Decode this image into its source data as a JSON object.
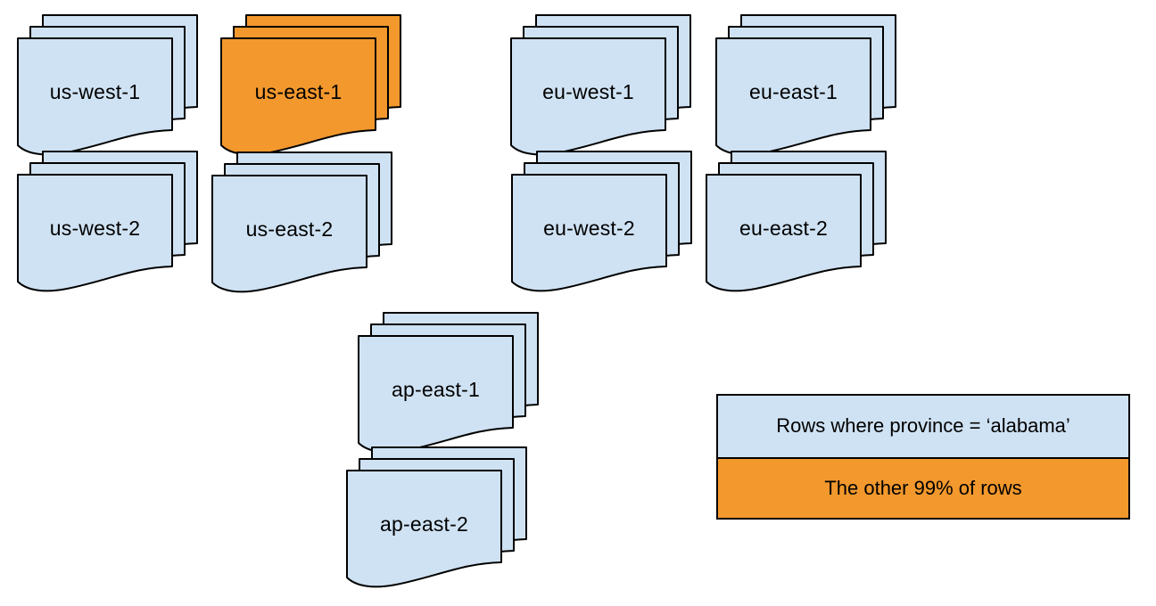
{
  "colors": {
    "region_default": "#CFE2F3",
    "region_highlight": "#F2982D",
    "stroke": "#000000",
    "background": "#ffffff"
  },
  "stacks": [
    {
      "label": "us-west-1",
      "color": "#CFE2F3"
    },
    {
      "label": "us-east-1",
      "color": "#F2982D"
    },
    {
      "label": "eu-west-1",
      "color": "#CFE2F3"
    },
    {
      "label": "eu-east-1",
      "color": "#CFE2F3"
    },
    {
      "label": "us-west-2",
      "color": "#CFE2F3"
    },
    {
      "label": "us-east-2",
      "color": "#CFE2F3"
    },
    {
      "label": "eu-west-2",
      "color": "#CFE2F3"
    },
    {
      "label": "eu-east-2",
      "color": "#CFE2F3"
    },
    {
      "label": "ap-east-1",
      "color": "#CFE2F3"
    },
    {
      "label": "ap-east-2",
      "color": "#CFE2F3"
    }
  ],
  "legend": {
    "items": [
      {
        "label": "Rows where province = ‘alabama’",
        "color": "#CFE2F3"
      },
      {
        "label": "The other 99% of rows",
        "color": "#F2982D"
      }
    ]
  }
}
